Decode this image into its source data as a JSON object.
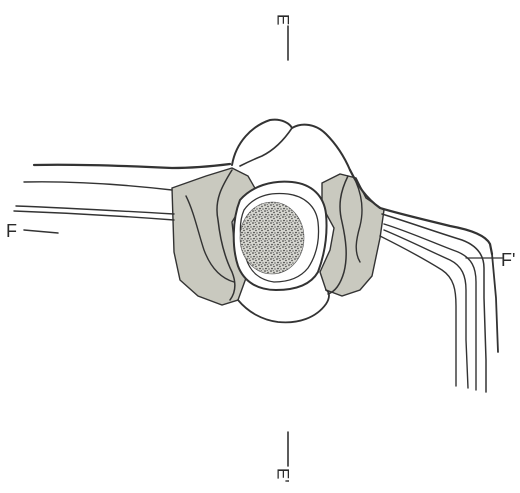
{
  "labels": {
    "top": "E",
    "bottom": "E'",
    "left": "F",
    "right": "F'"
  },
  "colors": {
    "ink": "#333333",
    "shading": "#c9c9bf",
    "background": "#ffffff",
    "stipple": "#2f2f2f"
  }
}
